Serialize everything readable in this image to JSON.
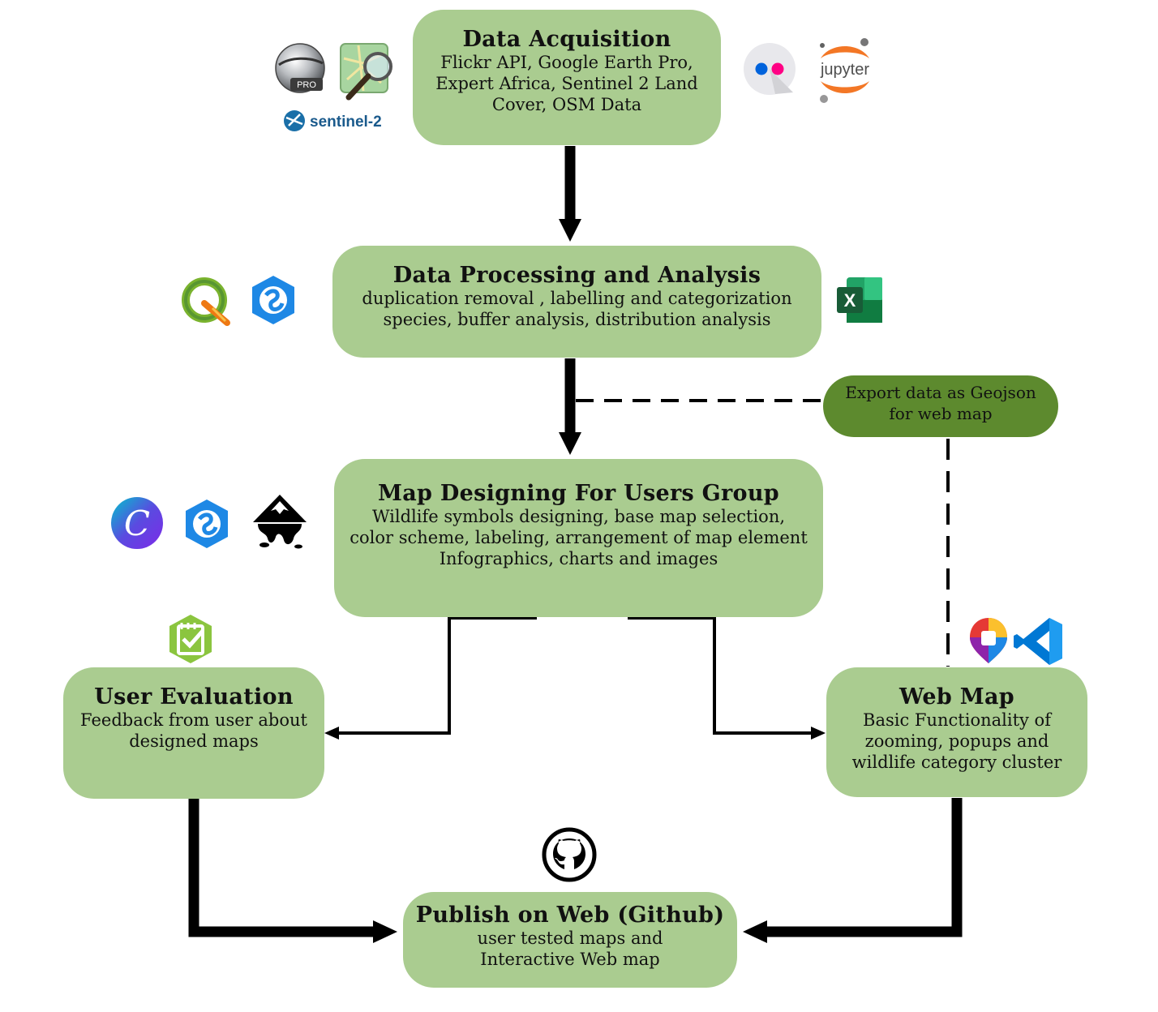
{
  "nodes": {
    "acquisition": {
      "title": "Data Acquisition",
      "lines": [
        "Flickr API, Google Earth Pro,",
        "Expert Africa, Sentinel 2 Land",
        "Cover, OSM Data"
      ]
    },
    "processing": {
      "title": "Data Processing and Analysis",
      "lines": [
        "duplication removal , labelling and categorization",
        "species, buffer analysis, distribution analysis"
      ]
    },
    "designing": {
      "title": "Map Designing For Users Group",
      "lines": [
        "Wildlife symbols designing, base map selection,",
        "color scheme, labeling, arrangement of map element",
        "Infographics, charts and images"
      ]
    },
    "evaluation": {
      "title": "User Evaluation",
      "lines": [
        "Feedback from user about",
        "designed maps"
      ]
    },
    "webmap": {
      "title": "Web Map",
      "lines": [
        "Basic Functionality of",
        "zooming, popups and",
        "wildlife category cluster"
      ]
    },
    "publish": {
      "title": "Publish on Web (Github)",
      "lines": [
        "user tested maps and",
        "Interactive Web map"
      ]
    }
  },
  "export_note": {
    "lines": [
      "Export data as Geojson",
      "for web map"
    ]
  },
  "icons": {
    "google_earth_pro": {
      "name": "google-earth-pro-icon",
      "label": "PRO"
    },
    "osm": {
      "name": "openstreetmap-icon"
    },
    "sentinel": {
      "name": "sentinel-2-icon",
      "label": "sentinel-2"
    },
    "flickr": {
      "name": "flickr-icon"
    },
    "jupyter": {
      "name": "jupyter-icon",
      "label": "jupyter"
    },
    "qgis": {
      "name": "qgis-icon"
    },
    "arcgis_1": {
      "name": "arcgis-pro-icon"
    },
    "excel": {
      "name": "excel-icon",
      "label": "X"
    },
    "canva": {
      "name": "canva-icon",
      "label": "C"
    },
    "arcgis_2": {
      "name": "arcgis-pro-icon"
    },
    "inkscape": {
      "name": "inkscape-icon"
    },
    "survey123": {
      "name": "survey123-icon"
    },
    "mapbox_style": {
      "name": "leaflet-style-icon"
    },
    "vscode": {
      "name": "vscode-icon"
    },
    "github": {
      "name": "github-icon"
    }
  },
  "colors": {
    "node_fill": "#aacc90",
    "export_fill": "#5d8a2e",
    "arrow": "#000000"
  }
}
